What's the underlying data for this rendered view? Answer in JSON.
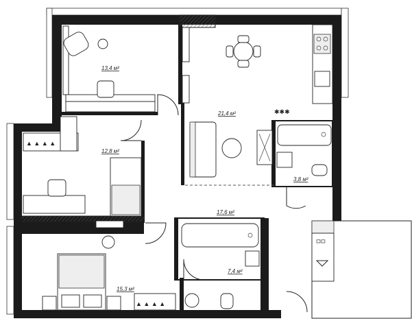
{
  "rooms": [
    {
      "id": "bedroom-top",
      "area": "13,4 м²"
    },
    {
      "id": "living-kitchen",
      "area": "21,4 м²"
    },
    {
      "id": "bedroom-middle",
      "area": "12,8 м²"
    },
    {
      "id": "bathroom-small",
      "area": "3,8 м²"
    },
    {
      "id": "hallway",
      "area": "17,6 м²"
    },
    {
      "id": "bathroom-main",
      "area": "7,4 м²"
    },
    {
      "id": "bedroom-bottom",
      "area": "15,3 м²"
    }
  ]
}
